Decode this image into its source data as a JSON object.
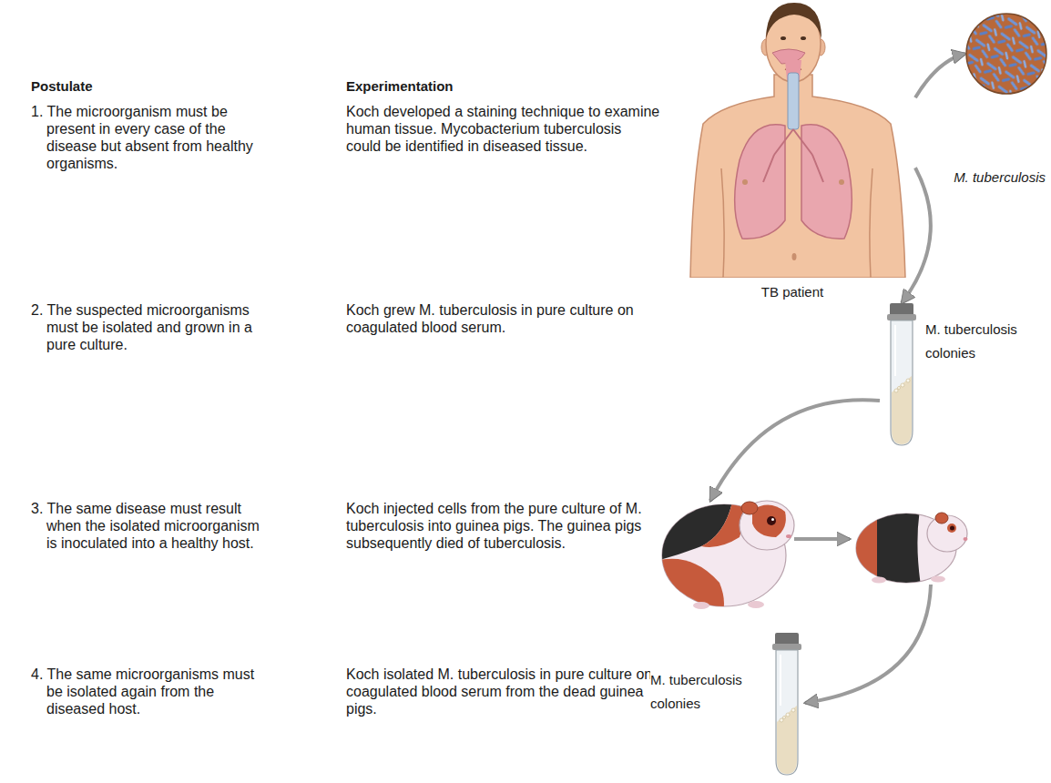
{
  "diagram": {
    "nodes": [
      {
        "text": [
          "TB patient"
        ]
      },
      {
        "text": [
          "M. tuberculosis"
        ]
      },
      {
        "text": [
          "M. tuberculosis colonies"
        ]
      },
      {
        "text": [
          "M. tuberculosis colonies"
        ]
      }
    ],
    "edges": [
      {
        "from": 0,
        "to": 1,
        "arrow": "to"
      },
      {
        "from": 0,
        "to": 2,
        "arrow": "to"
      }
    ],
    "labels": [
      "Postulate",
      "Experimentation",
      "1. The microorganism must be present in every case of the disease but absent from healthy organisms.",
      "Koch developed a staining technique to examine human tissue. Mycobacterium tuberculosis could be identified in diseased tissue.",
      "2. The suspected microorganisms must be isolated and grown in a pure culture.",
      "Koch grew M. tuberculosis in pure culture on coagulated blood serum.",
      "3. The same disease must result when the isolated microorganism is inoculated into a healthy host.",
      "Koch injected cells from the pure culture of M. tuberculosis into guinea pigs. The guinea pigs subsequently died of tuberculosis.",
      "4. The same microorganisms must be isolated again from the diseased host.",
      "Koch isolated M. tuberculosis in pure culture on coagulated blood serum from the dead guinea pigs."
    ]
  }
}
